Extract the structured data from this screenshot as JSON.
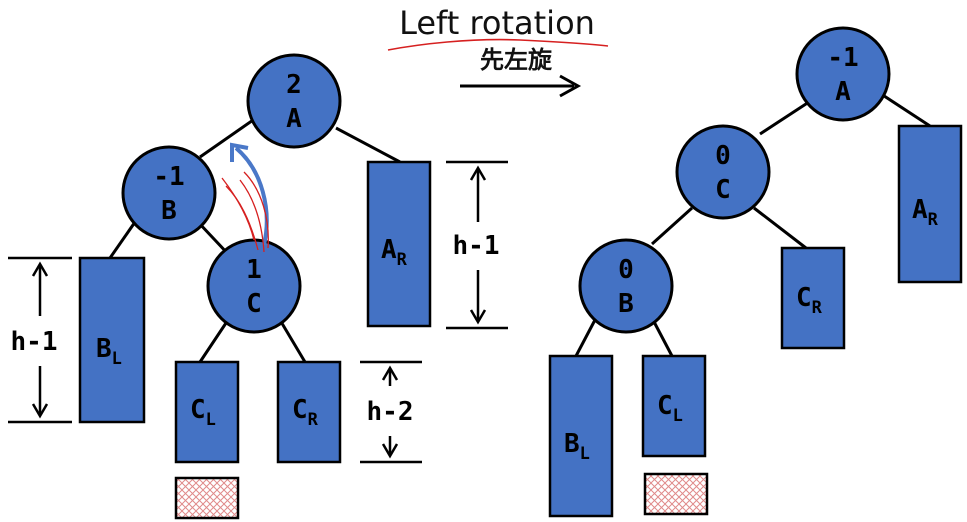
{
  "title": "Left rotation",
  "subtitle": "先左旋",
  "colors": {
    "node": "#4472c4",
    "annotation_red": "#d62020",
    "arrow_blue": "#4472c4",
    "hatch": "#e8a0a0"
  },
  "before": {
    "A": {
      "balance": "2",
      "label": "A"
    },
    "B": {
      "balance": "-1",
      "label": "B"
    },
    "C": {
      "balance": "1",
      "label": "C"
    },
    "BL": {
      "main": "B",
      "sub": "L"
    },
    "CL": {
      "main": "C",
      "sub": "L"
    },
    "CR": {
      "main": "C",
      "sub": "R"
    },
    "AR": {
      "main": "A",
      "sub": "R"
    },
    "dim_left": "h-1",
    "dim_right": "h-1",
    "dim_mid": "h-2"
  },
  "after": {
    "A": {
      "balance": "-1",
      "label": "A"
    },
    "C": {
      "balance": "0",
      "label": "C"
    },
    "B": {
      "balance": "0",
      "label": "B"
    },
    "BL": {
      "main": "B",
      "sub": "L"
    },
    "CL": {
      "main": "C",
      "sub": "L"
    },
    "CR": {
      "main": "C",
      "sub": "R"
    },
    "AR": {
      "main": "A",
      "sub": "R"
    }
  }
}
